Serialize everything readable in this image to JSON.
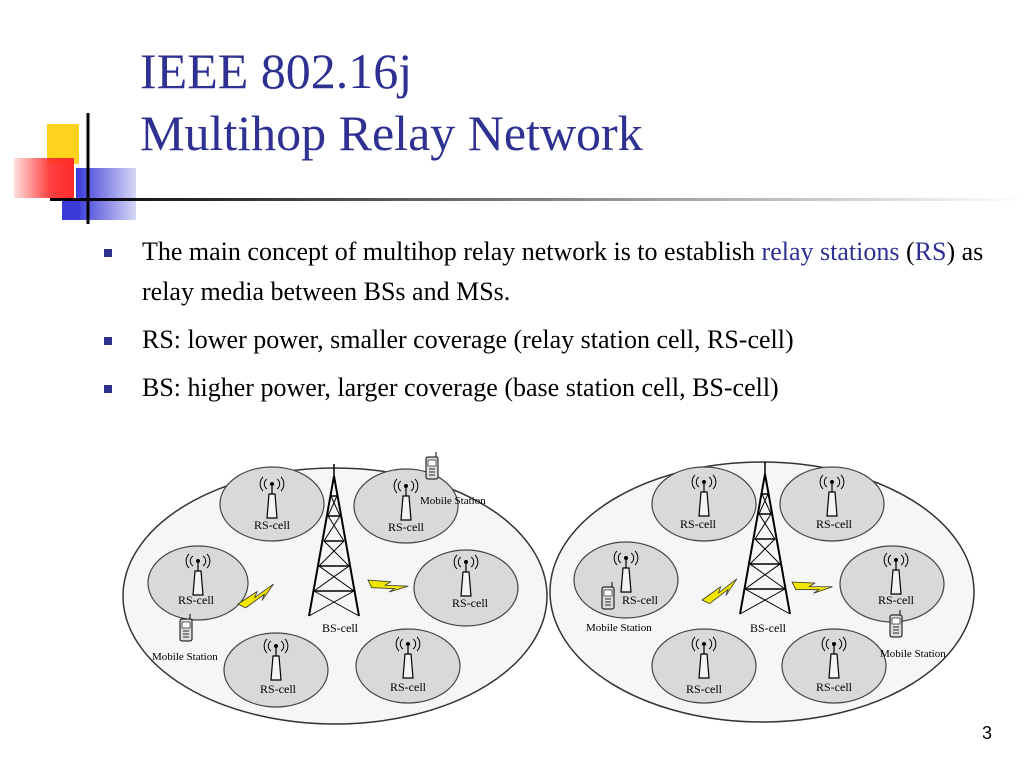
{
  "slide": {
    "title_line1": "IEEE 802.16j",
    "title_line2": "Multihop Relay Network",
    "page_number": "3",
    "colors": {
      "title": "#2e3192",
      "accent": "#2e3192",
      "bullet": "#2e3192"
    }
  },
  "bullets": [
    {
      "text_before": "The main concept of multihop relay network is to establish ",
      "highlight": "relay stations",
      "paren_open": " (",
      "abbr": "RS",
      "text_after": ") as relay media between BSs and MSs."
    },
    {
      "text": "RS: lower power, smaller coverage (relay station cell, RS-cell)"
    },
    {
      "text": "BS: higher power, larger coverage (base station cell, BS-cell)"
    }
  ],
  "diagram": {
    "left_network": {
      "rs_cell_labels": [
        "RS-cell",
        "RS-cell",
        "RS-cell",
        "RS-cell",
        "RS-cell",
        "RS-cell"
      ],
      "bs_cell_label": "BS-cell",
      "mobile_station_labels": [
        "Mobile Station",
        "Mobile Station"
      ]
    },
    "right_network": {
      "rs_cell_labels": [
        "RS-cell",
        "RS-cell",
        "RS-cell",
        "RS-cell",
        "RS-cell",
        "RS-cell"
      ],
      "bs_cell_label": "BS-cell",
      "mobile_station_labels": [
        "Mobile Station",
        "Mobile Station"
      ]
    }
  }
}
